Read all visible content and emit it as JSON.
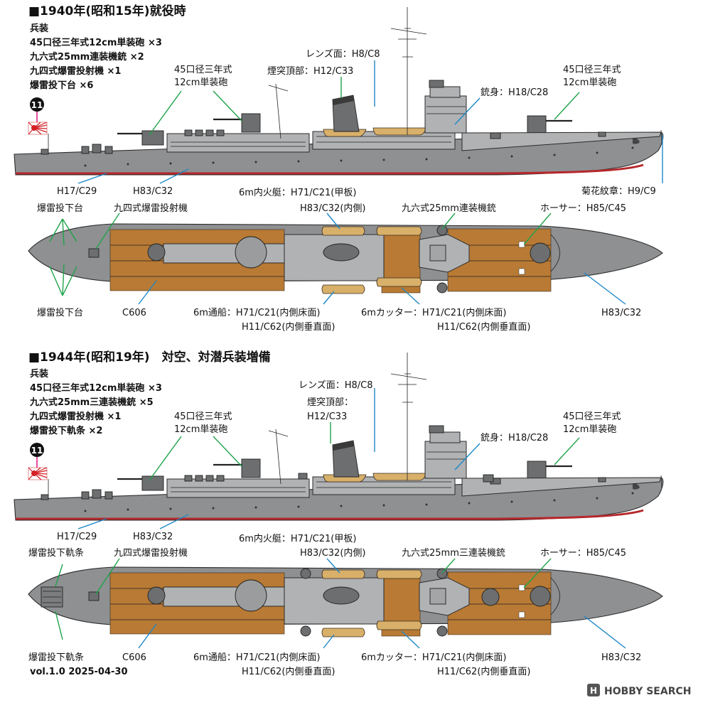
{
  "sections": [
    {
      "title": "■1940年(昭和15年)就役時",
      "armament_heading": "兵装",
      "armament": [
        "45口径三年式12cm単装砲 ×3",
        "九六式25mm連装機銃 ×2",
        "九四式爆雷投射機 ×1",
        "爆雷投下台 ×6"
      ],
      "badge": "⓫",
      "side_labels": {
        "gun_fwd": [
          "45口径三年式",
          "12cm単装砲"
        ],
        "gun_aft": [
          "45口径三年式",
          "12cm単装砲"
        ],
        "lens": "レンズ面：H8/C8",
        "funnel_top": "煙突頂部：H12/C33",
        "barrel": "銃身：H18/C28",
        "hull_low": "H17/C29",
        "hull_mid": "H83/C32",
        "crest": "菊花紋章：H9/C9"
      },
      "top_labels": {
        "dc_rack_top": "爆雷投下台",
        "projector": "九四式爆雷投射機",
        "launch_deck": "6m内火艇：H71/C21(甲板)",
        "launch_side": "H83/C32(内側)",
        "mg": "九六式25mm連装機銃",
        "hawser": "ホーサー：H85/C45",
        "dc_rack_bottom": "爆雷投下台",
        "deck_color": "C606",
        "cutter_a1": "6m通船：H71/C21(内側床面)",
        "cutter_a2": "H11/C62(内側垂直面)",
        "cutter_b1": "6mカッター：H71/C21(内側床面)",
        "cutter_b2": "H11/C62(内側垂直面)",
        "hull_top": "H83/C32"
      }
    },
    {
      "title": "■1944年(昭和19年)　対空、対潜兵装増備",
      "armament_heading": "兵装",
      "armament": [
        "45口径三年式12cm単装砲 ×3",
        "九六式25mm三連装機銃 ×5",
        "九四式爆雷投射機 ×1",
        "爆雷投下軌条 ×2"
      ],
      "badge": "⓫",
      "side_labels": {
        "gun_fwd": [
          "45口径三年式",
          "12cm単装砲"
        ],
        "gun_aft": [
          "45口径三年式",
          "12cm単装砲"
        ],
        "lens": "レンズ面：H8/C8",
        "funnel_top": [
          "煙突頂部：",
          "H12/C33"
        ],
        "barrel": "銃身：H18/C28",
        "hull_low": "H17/C29",
        "hull_mid": "H83/C32"
      },
      "top_labels": {
        "dc_rack_top": "爆雷投下軌条",
        "projector": "九四式爆雷投射機",
        "launch_deck": "6m内火艇：H71/C21(甲板)",
        "launch_side": "H83/C32(内側)",
        "mg": "九六式25mm三連装機銃",
        "hawser": "ホーサー：H85/C45",
        "dc_rack_bottom": "爆雷投下軌条",
        "deck_color": "C606",
        "cutter_a1": "6m通船：H71/C21(内側床面)",
        "cutter_a2": "H11/C62(内側垂直面)",
        "cutter_b1": "6mカッター：H71/C21(内側床面)",
        "cutter_b2": "H11/C62(内側垂直面)",
        "hull_top": "H83/C32"
      }
    }
  ],
  "version": "vol.1.0  2025-04-30",
  "watermark": "HOBBY SEARCH",
  "colors": {
    "hull_gray": "#8e9092",
    "deck_wood": "#b87a34",
    "boat_tan": "#d8b06a",
    "waterline_red": "#b5282b",
    "leader_green": "#1fa34a",
    "leader_blue": "#1e88c8",
    "leader_pink": "#e0208a",
    "badge_black": "#111111"
  }
}
